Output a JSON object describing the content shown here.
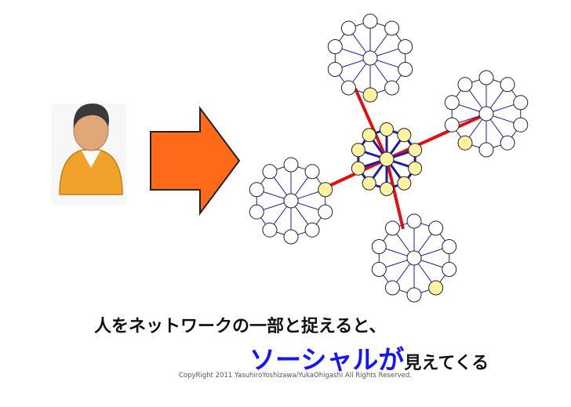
{
  "caption": {
    "line1": "人をネットワークの一部と捉えると、",
    "highlight": "ソーシャルが",
    "suffix": "見えてくる"
  },
  "copyright": "CopyRight 2011 YasuhiroYoshizawa/YukaOhigashi All Rights Reserved.",
  "colors": {
    "arrow": "#ff6a1a",
    "highlight_text": "#1414ff",
    "edge_blue": "#1b1bb0",
    "link_red": "#e01010",
    "gateway_node": "#fff2a0",
    "plain_node": "#ffffff",
    "person_shirt": "#f0a22a"
  },
  "icons": [
    "person-icon",
    "right-arrow-icon"
  ]
}
